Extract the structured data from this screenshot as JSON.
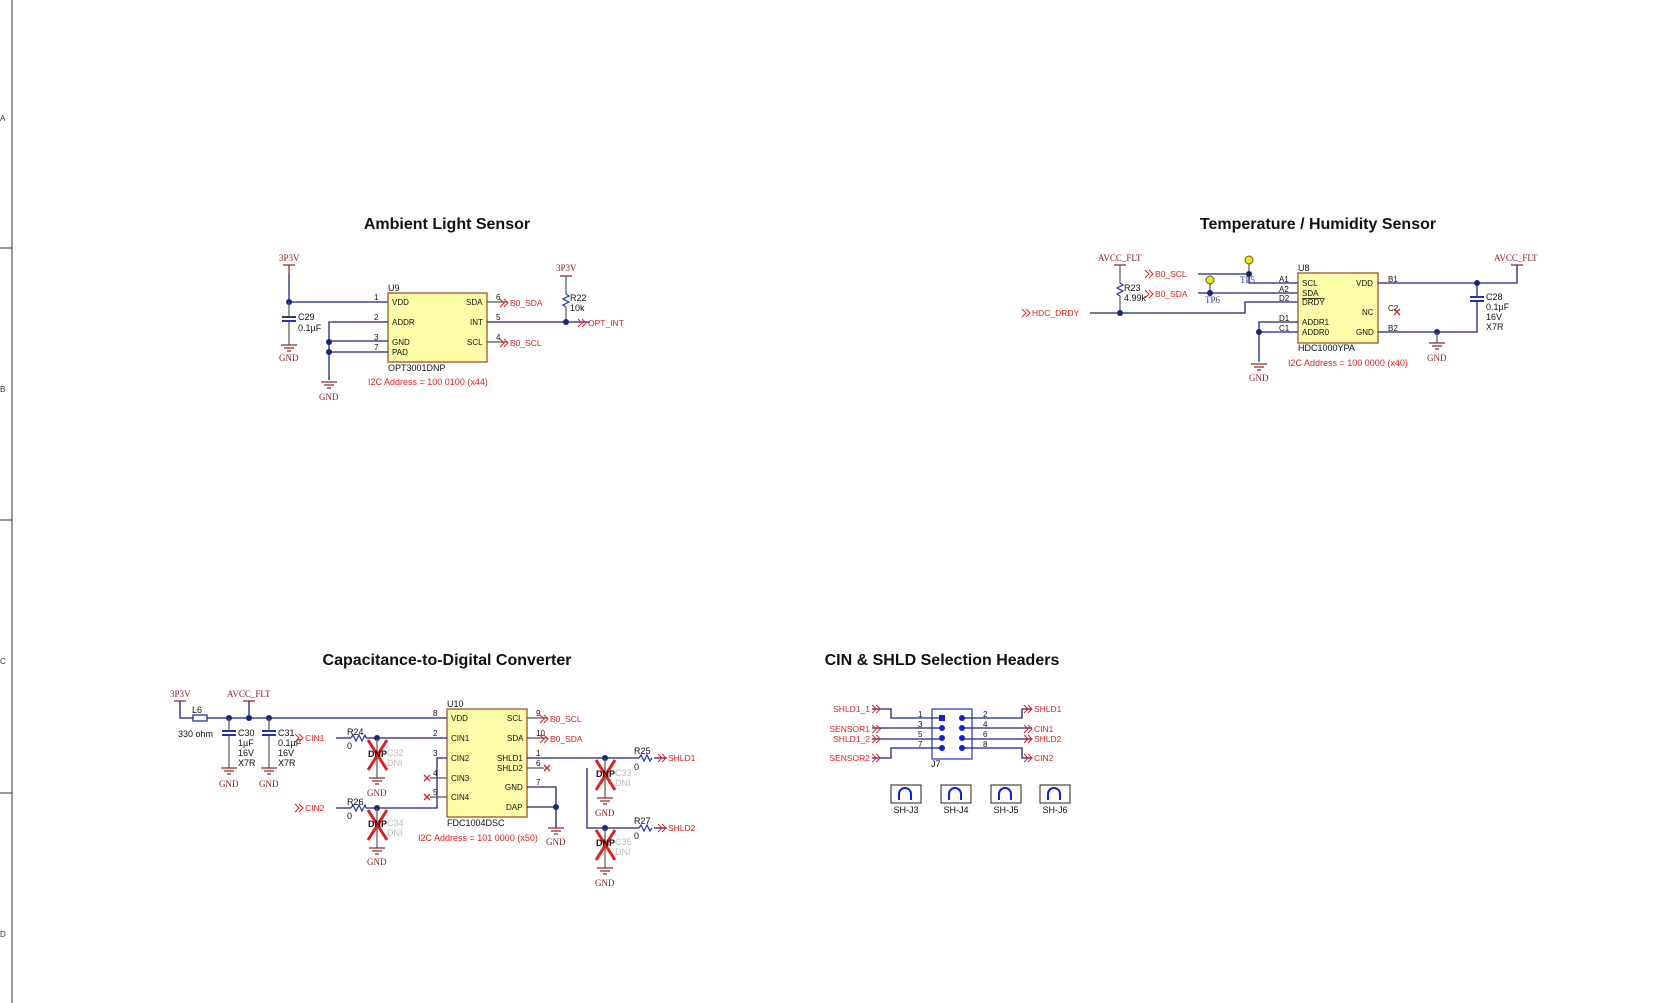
{
  "border": {
    "rows": [
      "A",
      "B",
      "C",
      "D"
    ]
  },
  "ambient": {
    "title": "Ambient Light Sensor",
    "refdes": "U9",
    "part": "OPT3001DNP",
    "pins_left": [
      {
        "num": "1",
        "name": "VDD"
      },
      {
        "num": "2",
        "name": "ADDR"
      },
      {
        "num": "3",
        "name": "GND"
      },
      {
        "num": "7",
        "name": "PAD"
      }
    ],
    "pins_right": [
      {
        "num": "6",
        "name": "SDA"
      },
      {
        "num": "5",
        "name": "INT"
      },
      {
        "num": "4",
        "name": "SCL"
      }
    ],
    "power": "3P3V",
    "gnd": "GND",
    "c29": {
      "ref": "C29",
      "value": "0.1µF"
    },
    "r22": {
      "ref": "R22",
      "value": "10k"
    },
    "nets": {
      "sda": "B0_SDA",
      "scl": "B0_SCL",
      "int": "OPT_INT"
    },
    "i2c_note": "I2C Address = 100 0100 (x44)"
  },
  "temp": {
    "title": "Temperature / Humidity Sensor",
    "refdes": "U8",
    "part": "HDC1000YPA",
    "pins_left": [
      {
        "num": "A1",
        "name": "SCL"
      },
      {
        "num": "A2",
        "name": "SDA"
      },
      {
        "num": "D2",
        "name": "DRDY"
      },
      {
        "num": "D1",
        "name": "ADDR1"
      },
      {
        "num": "C1",
        "name": "ADDR0"
      }
    ],
    "pins_right": [
      {
        "num": "B1",
        "name": "VDD"
      },
      {
        "num": "C2",
        "name": "NC"
      },
      {
        "num": "B2",
        "name": "GND"
      }
    ],
    "power": "AVCC_FLT",
    "gnd": "GND",
    "r23": {
      "ref": "R23",
      "value": "4.99k"
    },
    "c28": {
      "ref": "C28",
      "value": "0.1µF",
      "voltage": "16V",
      "dielectric": "X7R"
    },
    "tp5": "TP5",
    "tp6": "TP6",
    "nets": {
      "scl": "B0_SCL",
      "sda": "B0_SDA",
      "drdy": "HDC_DRDY"
    },
    "i2c_note": "I2C Address = 100 0000 (x40)"
  },
  "cdc": {
    "title": "Capacitance-to-Digital Converter",
    "refdes": "U10",
    "part": "FDC1004DSC",
    "pins_left": [
      {
        "num": "8",
        "name": "VDD"
      },
      {
        "num": "2",
        "name": "CIN1"
      },
      {
        "num": "3",
        "name": "CIN2"
      },
      {
        "num": "4",
        "name": "CIN3"
      },
      {
        "num": "5",
        "name": "CIN4"
      }
    ],
    "pins_right": [
      {
        "num": "9",
        "name": "SCL"
      },
      {
        "num": "10",
        "name": "SDA"
      },
      {
        "num": "1",
        "name": "SHLD1"
      },
      {
        "num": "6",
        "name": "SHLD2"
      },
      {
        "num": "7",
        "name": "GND"
      },
      {
        "num": "",
        "name": "DAP"
      }
    ],
    "power1": "3P3V",
    "power2": "AVCC_FLT",
    "gnd": "GND",
    "l6": {
      "ref": "L6",
      "value": "330 ohm"
    },
    "c30": {
      "ref": "C30",
      "value": "1µF",
      "voltage": "16V",
      "dielectric": "X7R"
    },
    "c31": {
      "ref": "C31",
      "value": "0.1µF",
      "voltage": "16V",
      "dielectric": "X7R"
    },
    "r24": {
      "ref": "R24",
      "value": "0"
    },
    "r26": {
      "ref": "R26",
      "value": "0"
    },
    "r25": {
      "ref": "R25",
      "value": "0"
    },
    "r27": {
      "ref": "R27",
      "value": "0"
    },
    "dnp": "DNP",
    "dni": "DNI",
    "c32": "C32",
    "c33": "C33",
    "c34": "C34",
    "c35": "C35",
    "nets": {
      "cin1": "CIN1",
      "cin2": "CIN2",
      "scl": "B0_SCL",
      "sda": "B0_SDA",
      "shld1": "SHLD1",
      "shld2": "SHLD2"
    },
    "i2c_note": "I2C Address = 101 0000 (x50)"
  },
  "headers": {
    "title": "CIN & SHLD Selection Headers",
    "refdes": "J7",
    "pins_left": [
      "1",
      "3",
      "5",
      "7"
    ],
    "pins_right": [
      "2",
      "4",
      "6",
      "8"
    ],
    "nets_left": [
      "SHLD1_1",
      "SENSOR1",
      "SHLD1_2",
      "SENSOR2"
    ],
    "nets_right": [
      "SHLD1",
      "CIN1",
      "SHLD2",
      "CIN2"
    ],
    "jumpers": [
      "SH-J3",
      "SH-J4",
      "SH-J5",
      "SH-J6"
    ]
  }
}
